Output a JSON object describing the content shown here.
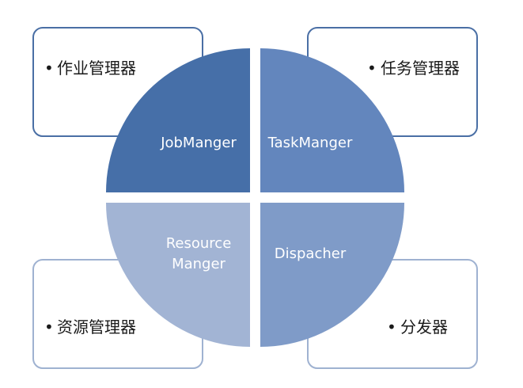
{
  "colors": {
    "background": "#ffffff",
    "box_fill": "#ffffff",
    "box_border_dark": "#4a6fa5",
    "box_border_light": "#9fb2d1",
    "quad_top_left": "#466fa8",
    "quad_top_right": "#6386bd",
    "quad_bottom_left": "#a2b4d4",
    "quad_bottom_right": "#7f9bc8",
    "text_dark": "#1a1a1a",
    "text_light": "#ffffff"
  },
  "boxes": {
    "top_left": {
      "bullet": "•",
      "label": "作业管理器"
    },
    "top_right": {
      "bullet": "•",
      "label": "任务管理器"
    },
    "bottom_left": {
      "bullet": "•",
      "label": "资源管理器"
    },
    "bottom_right": {
      "bullet": "•",
      "label": "分发器"
    }
  },
  "quadrants": {
    "top_left": {
      "label": "JobManger"
    },
    "top_right": {
      "label": "TaskManger"
    },
    "bottom_left": {
      "line1": "Resource",
      "line2": "Manger"
    },
    "bottom_right": {
      "label": "Dispacher"
    }
  }
}
